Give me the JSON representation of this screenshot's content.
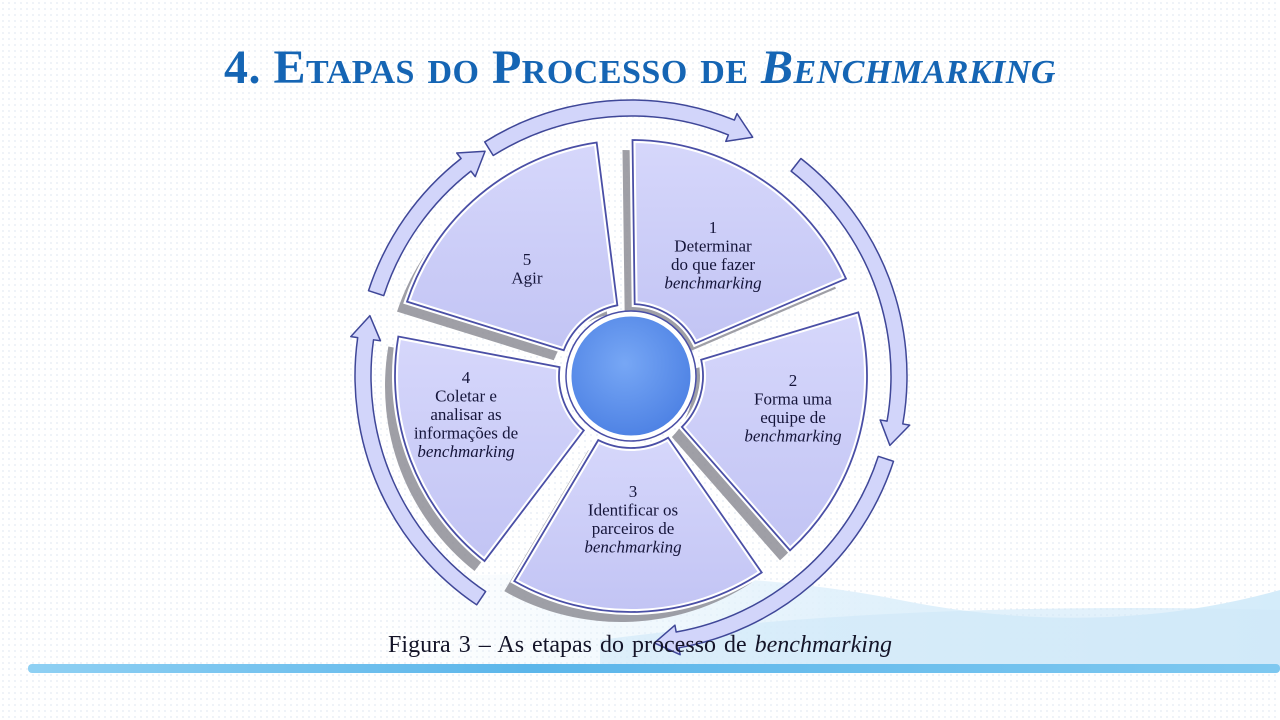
{
  "slide": {
    "title_main": "4. Etapas do Processo de ",
    "title_emphasis": "Benchmarking"
  },
  "cycle": {
    "steps": [
      {
        "number": "1",
        "lines": [
          "Determinar",
          "do que fazer"
        ],
        "emphasis": "benchmarking"
      },
      {
        "number": "2",
        "lines": [
          "Forma uma",
          "equipe de"
        ],
        "emphasis": "benchmarking"
      },
      {
        "number": "3",
        "lines": [
          "Identificar os",
          "parceiros de"
        ],
        "emphasis": "benchmarking"
      },
      {
        "number": "4",
        "lines": [
          "Coletar e",
          "analisar as",
          "informações de"
        ],
        "emphasis": "benchmarking"
      },
      {
        "number": "5",
        "lines": [
          "Agir"
        ],
        "emphasis": ""
      }
    ]
  },
  "caption": {
    "text": "Figura  3 – As  etapas  do  processo  de ",
    "emphasis": "benchmarking"
  },
  "colors": {
    "title": "#1565b4",
    "segment_fill": "#cacbf7",
    "segment_stroke": "#4a4fa6",
    "shadow": "#8e8e96",
    "hub": "#5f93ee",
    "arrow_fill": "#d2d5fa",
    "arrow_stroke": "#3f4798"
  }
}
